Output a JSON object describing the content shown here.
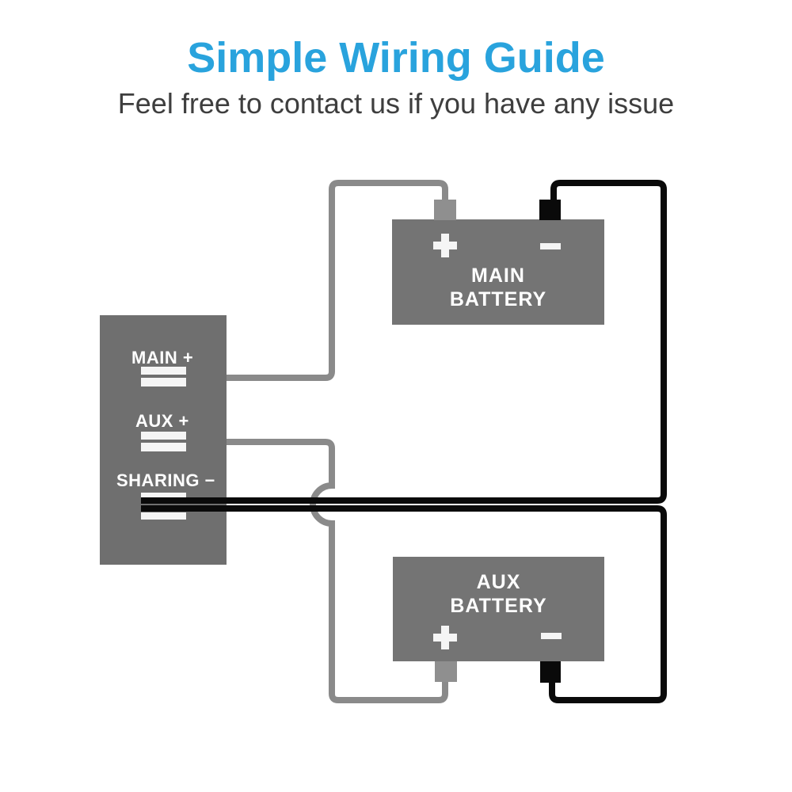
{
  "header": {
    "title": "Simple Wiring Guide",
    "subtitle": "Feel free to contact us if you have any issue"
  },
  "controller": {
    "description": "isolator / charge controller panel",
    "ports": [
      {
        "label": "MAIN +",
        "terminal_bars": 2
      },
      {
        "label": "AUX +",
        "terminal_bars": 2
      },
      {
        "label": "SHARING −",
        "terminal_bars": 2
      }
    ]
  },
  "batteries": [
    {
      "id": "main",
      "line1": "MAIN",
      "line2": "BATTERY",
      "positive_symbol": "+",
      "negative_symbol": "−"
    },
    {
      "id": "aux",
      "line1": "AUX",
      "line2": "BATTERY",
      "positive_symbol": "+",
      "negative_symbol": "−"
    }
  ],
  "wires": [
    {
      "name": "main-positive-wire",
      "color": "#8a8a8a",
      "from": "MAIN +",
      "to": "MAIN BATTERY +"
    },
    {
      "name": "aux-positive-wire",
      "color": "#8a8a8a",
      "from": "AUX +",
      "to": "AUX BATTERY +",
      "note": "hops over negative wires without connecting"
    },
    {
      "name": "sharing-to-main-negative-wire",
      "color": "#0a0a0a",
      "from": "SHARING −",
      "to": "MAIN BATTERY −"
    },
    {
      "name": "sharing-to-aux-negative-wire",
      "color": "#0a0a0a",
      "from": "SHARING −",
      "to": "AUX BATTERY −"
    }
  ],
  "colors": {
    "title_blue": "#29a3dd",
    "subtitle_gray": "#3e3e3e",
    "box_gray": "#6f6f6f",
    "wire_gray": "#8a8a8a",
    "wire_black": "#0a0a0a",
    "terminal_white": "#f5f5f5"
  }
}
